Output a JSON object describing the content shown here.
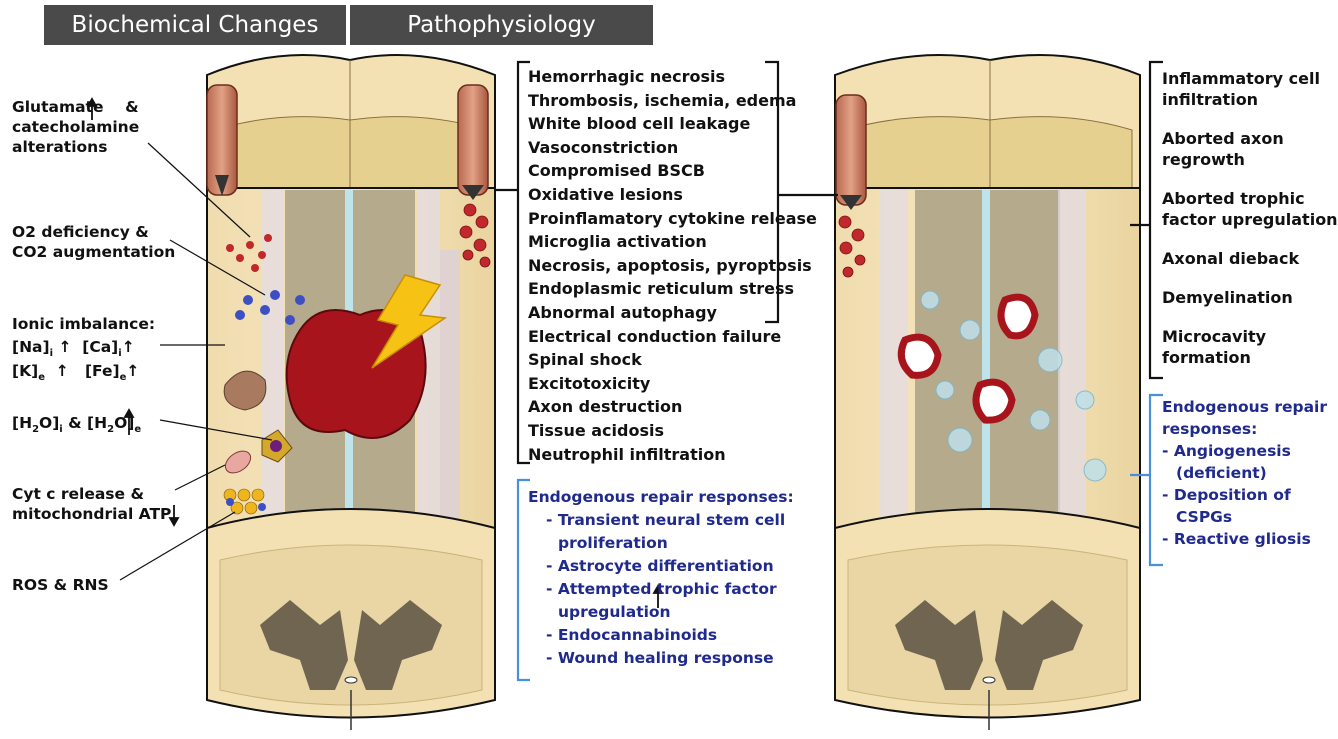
{
  "headers": {
    "biochemical": "Biochemical Changes",
    "pathophysiology": "Pathophysiology"
  },
  "biochemical_labels": {
    "glutamate_1": "Glutamate",
    "glutamate_2": "&",
    "glutamate_3": "catecholamine",
    "glutamate_4": "alterations",
    "o2_1": "O2 deficiency &",
    "o2_2": "CO2 augmentation",
    "ionic_title": "Ionic imbalance:",
    "ion_na": "[Na]",
    "ion_na_sub": "i",
    "ion_ca": "[Ca]",
    "ion_ca_sub": "i",
    "ion_k": "[K]",
    "ion_k_sub": "e",
    "ion_fe": "[Fe]",
    "ion_fe_sub": "e",
    "water_a": "[H",
    "water_2a": "2",
    "water_b": "O]",
    "water_ib": "i",
    "water_amp": " & [H",
    "water_2b": "2",
    "water_c": "O]",
    "water_ec": "e",
    "cyt_1": "Cyt c release &",
    "cyt_2": "mitochondrial ATP",
    "ros": "ROS & RNS"
  },
  "acute_pathophysiology": [
    "Hemorrhagic necrosis",
    "Thrombosis, ischemia, edema",
    "White blood cell leakage",
    "Vasoconstriction",
    "Compromised BSCB",
    "Oxidative lesions",
    "Proinflamatory cytokine release",
    "Microglia activation",
    "Necrosis, apoptosis, pyroptosis",
    "Endoplasmic reticulum stress",
    "Abnormal autophagy",
    "Electrical conduction failure",
    "Spinal shock",
    "Excitotoxicity",
    "Axon destruction",
    "Tissue acidosis",
    "Neutrophil infiltration"
  ],
  "acute_repair": {
    "title": "Endogenous repair responses:",
    "items": [
      "- Transient neural stem cell",
      "proliferation",
      "- Astrocyte differentiation",
      "- Attempted trophic factor",
      "upregulation",
      "- Endocannabinoids",
      "- Wound healing response"
    ]
  },
  "chronic_pathophysiology": [
    [
      "Inflammatory cell",
      "infiltration"
    ],
    [
      "Aborted axon",
      "regrowth"
    ],
    [
      "Aborted trophic",
      "factor upregulation"
    ],
    [
      "Axonal dieback"
    ],
    [
      "Demyelination"
    ],
    [
      "Microcavity",
      "formation"
    ]
  ],
  "chronic_repair": {
    "title_1": "Endogenous repair",
    "title_2": "responses:",
    "items": [
      "- Angiogenesis",
      "(deficient)",
      "- Deposition of",
      "CSPGs",
      "- Reactive gliosis"
    ]
  },
  "colors": {
    "header_bg": "#4a4a4a",
    "repair_text": "#1f2a8c",
    "bracket_blue": "#4a90d9",
    "cord_tan": "#f3e1b4",
    "hemorrhage_red": "#a8141c"
  }
}
